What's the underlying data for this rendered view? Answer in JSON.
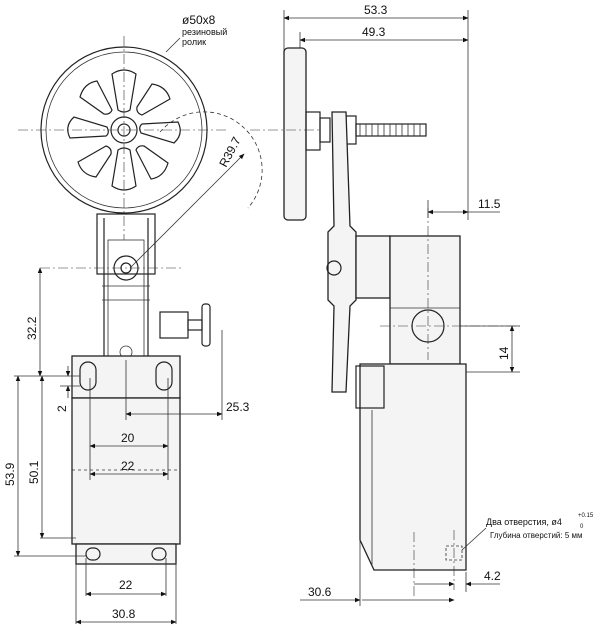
{
  "front_view": {
    "roller_note": "ø50x8",
    "roller_material_line1": "резиновый",
    "roller_material_line2": "ролик",
    "radius": "R39.7",
    "dim_32_2": "32.2",
    "dim_2": "2",
    "dim_25_3": "25.3",
    "dim_20": "20",
    "dim_22_top": "22",
    "dim_53_9": "53.9",
    "dim_50_1": "50.1",
    "dim_22_bottom": "22",
    "dim_30_8": "30.8"
  },
  "side_view": {
    "dim_53_3": "53.3",
    "dim_49_3": "49.3",
    "dim_11_5": "11.5",
    "dim_14": "14",
    "dim_4_2": "4.2",
    "dim_30_6": "30.6",
    "holes_note": "Два отверстия, ø4",
    "holes_tol_upper": "+0.15",
    "holes_tol_lower": "0",
    "depth_note": "Глубина отверстий: 5 мм"
  }
}
